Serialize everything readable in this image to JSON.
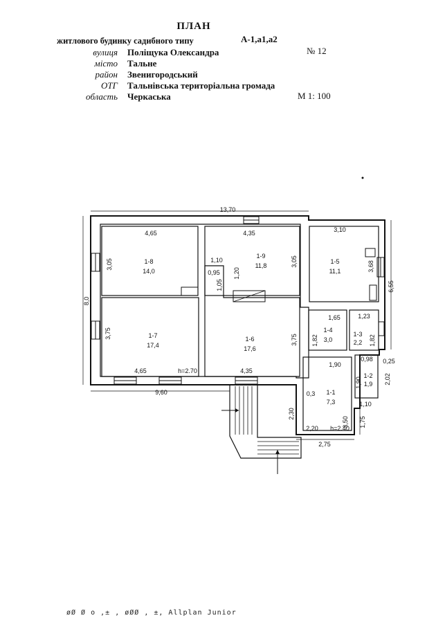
{
  "header": {
    "title": "ПЛАН",
    "subtitle": "житлового будинку садибного типу",
    "litera": "А-1,а1,а2",
    "house_number": "№ 12",
    "scale": "М 1: 100",
    "address": [
      {
        "label": "вулиця",
        "value": "Поліщука Олександра"
      },
      {
        "label": "місто",
        "value": "Тальне"
      },
      {
        "label": "район",
        "value": "Звенигородський"
      },
      {
        "label": "ОТГ",
        "value": "Тальнівська територіальна громада"
      },
      {
        "label": "область",
        "value": "Черкаська"
      }
    ]
  },
  "rooms": [
    {
      "id": "1-8",
      "area": "14,0"
    },
    {
      "id": "1-9",
      "area": "11,8"
    },
    {
      "id": "1-5",
      "area": "11,1"
    },
    {
      "id": "1-7",
      "area": "17,4"
    },
    {
      "id": "1-6",
      "area": "17,6"
    },
    {
      "id": "1-4",
      "area": "3,0"
    },
    {
      "id": "1-3",
      "area": "2,2"
    },
    {
      "id": "1-2",
      "area": "1,9"
    },
    {
      "id": "1-1",
      "area": "7,3"
    }
  ],
  "dimensions": [
    "13,70",
    "4,65",
    "4,35",
    "3,10",
    "3,05",
    "3,05",
    "1,10",
    "1,20",
    "0,95",
    "1,05",
    "3,68",
    "6,55",
    "8,0",
    "3,75",
    "3,75",
    "1,65",
    "1,23",
    "1,82",
    "1,82",
    "1,90",
    "0,98",
    "0,25",
    "1,90",
    "2,02",
    "4,65",
    "h=2.70",
    "4,35",
    "9,60",
    "0,3",
    "2,30",
    "3,50",
    "1,10",
    "1,75",
    "2,20",
    "h=2.40",
    "2,75"
  ],
  "footer": "øØ  Ø  o  ,±  ,  øØØ  ,   ±,  Allplan Junior"
}
